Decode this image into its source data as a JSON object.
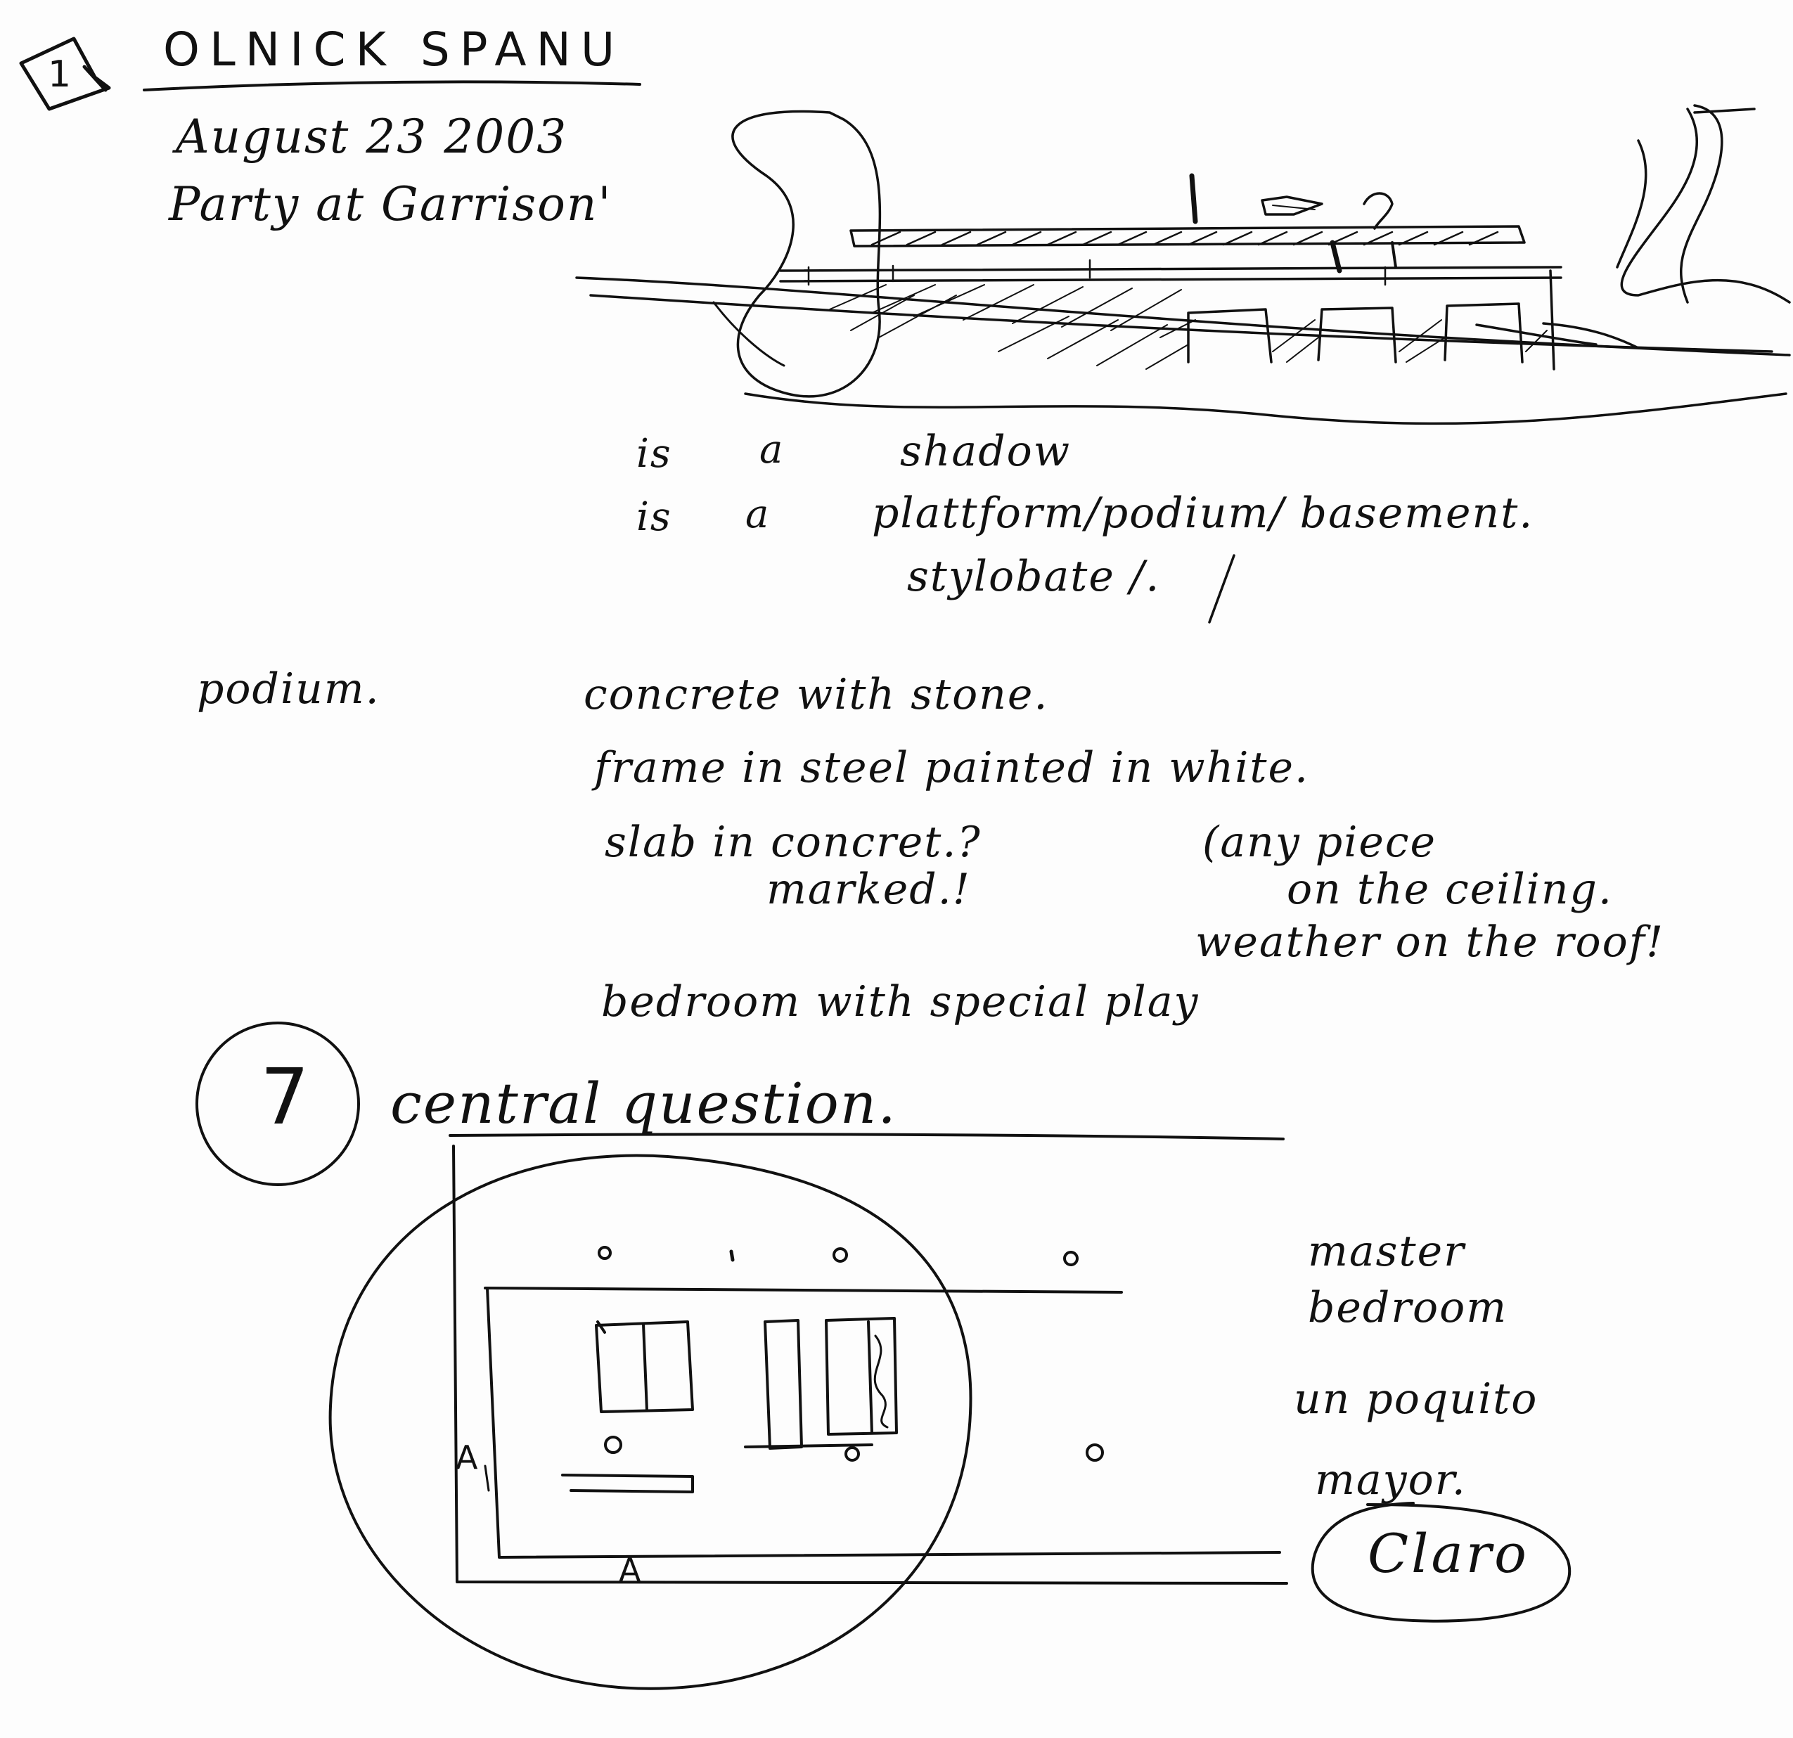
{
  "header": {
    "page_number": "1",
    "title": "OLNICK SPANU",
    "date": "August 23 2003",
    "event": "Party at Garrison'"
  },
  "sketch_notes": {
    "line1_is": "is",
    "line1_a": "a",
    "line1_word": "shadow",
    "line2_is": "is",
    "line2_a": "a",
    "line2_words": "plattform/podium/ basement.",
    "line3": "stylobate /."
  },
  "material_notes": {
    "podium_label": "podium.",
    "concrete": "concrete with stone.",
    "frame": "frame in steel painted in white.",
    "slab": "slab in concret.?",
    "any_piece": "(any piece",
    "marked": "marked.!",
    "on_ceiling": "on the ceiling.",
    "weather_roof": "weather on the roof!",
    "bedroom": "bedroom with special play"
  },
  "section_two": {
    "number": "7",
    "heading": "central question."
  },
  "plan_notes": {
    "master": "master",
    "bedroom": "bedroom",
    "poquito_line1": "un poquito",
    "poquito_line2": "mayor.",
    "claro": "Claro",
    "section_mark_left": "A",
    "section_mark_bottom": "A"
  }
}
